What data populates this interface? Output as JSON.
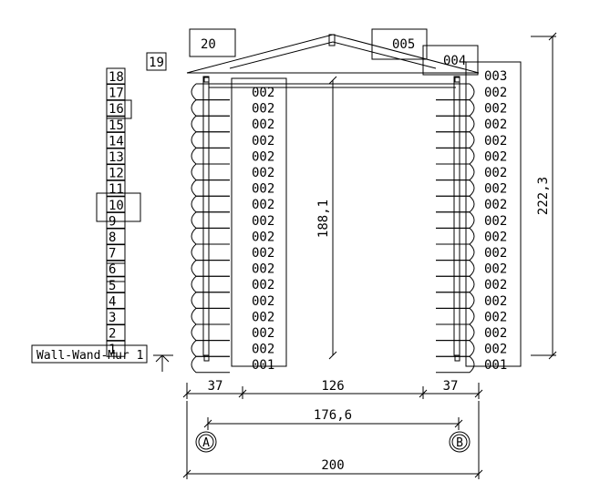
{
  "wall_label": "Wall-Wand-Mur 1",
  "elevation_marker": "19",
  "roof_tags": {
    "left": "20",
    "ridge_center": "005",
    "ridge_right": "004",
    "top_log_right": "003"
  },
  "log_numbers": [
    "18",
    "17",
    "16",
    "15",
    "14",
    "13",
    "12",
    "11",
    "10",
    "9",
    "8",
    "7",
    "6",
    "5",
    "4",
    "3",
    "2",
    "1"
  ],
  "left_column_labels": [
    "002",
    "002",
    "002",
    "002",
    "002",
    "002",
    "002",
    "002",
    "002",
    "002",
    "002",
    "002",
    "002",
    "002",
    "002",
    "002",
    "002",
    "001"
  ],
  "right_column_labels": [
    "002",
    "002",
    "002",
    "002",
    "002",
    "002",
    "002",
    "002",
    "002",
    "002",
    "002",
    "002",
    "002",
    "002",
    "002",
    "002",
    "002",
    "001"
  ],
  "dimensions": {
    "height_total": "222,3",
    "height_inner": "188,1",
    "seg_left": "37",
    "seg_mid": "126",
    "seg_right": "37",
    "axis_distance": "176,6",
    "overall_width": "200"
  },
  "axis_labels": {
    "left": "A",
    "right": "B"
  }
}
